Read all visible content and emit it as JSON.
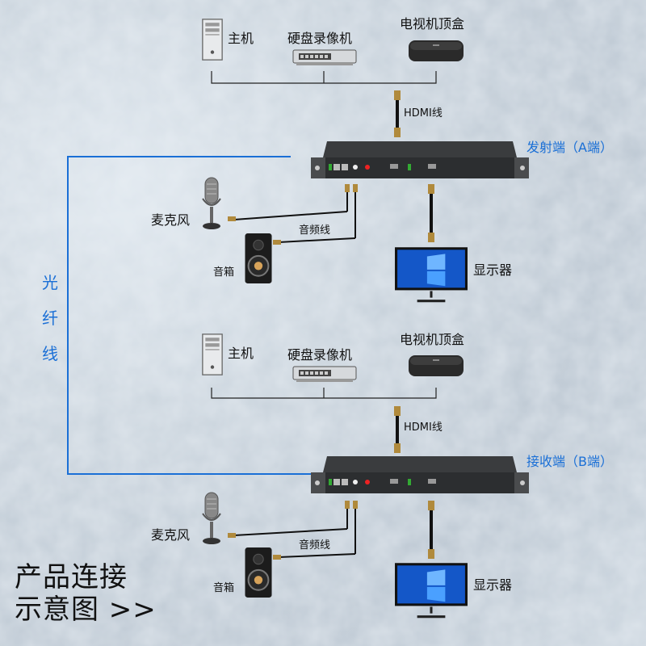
{
  "section_a": {
    "host": "主机",
    "dvr": "硬盘录像机",
    "stb": "电视机顶盒",
    "hdmi": "HDMI线",
    "unit": "发射端（A端）",
    "mic": "麦克风",
    "speaker": "音箱",
    "audio": "音频线",
    "monitor": "显示器"
  },
  "section_b": {
    "host": "主机",
    "dvr": "硬盘录像机",
    "stb": "电视机顶盒",
    "hdmi": "HDMI线",
    "unit": "接收端（B端）",
    "mic": "麦克风",
    "speaker": "音箱",
    "audio": "音频线",
    "monitor": "显示器"
  },
  "fiber": {
    "chars": [
      "光",
      "纤",
      "线"
    ],
    "color": "#1a6fd6"
  },
  "title": {
    "line1": "产品连接",
    "line2": "示意图 >>"
  },
  "icons": [
    "pc-tower-icon",
    "dvr-icon",
    "set-top-box-icon",
    "hdmi-cable-icon",
    "rack-unit-icon",
    "microphone-icon",
    "speaker-icon",
    "audio-cable-icon",
    "monitor-icon"
  ]
}
